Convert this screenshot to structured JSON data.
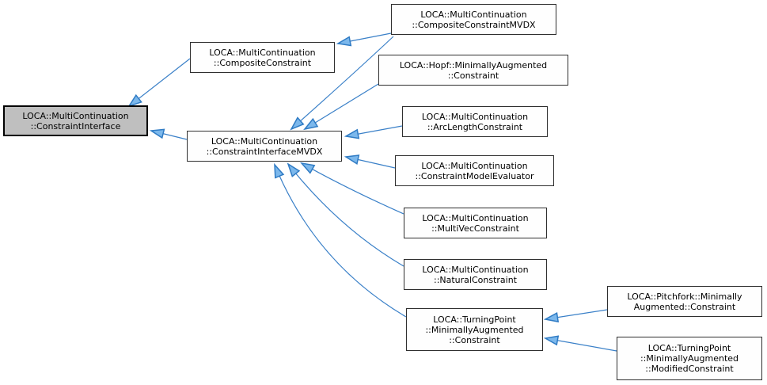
{
  "diagram": {
    "type": "class-inheritance-graph",
    "colors": {
      "background": "#ffffff",
      "edge_line": "#3a80c8",
      "arrowhead_fill": "#7cb8ec",
      "arrowhead_stroke": "#2f7bc4",
      "box_fill": "#fefefe",
      "box_border": "#2f2f2f",
      "highlight_fill": "#bfbfbf",
      "highlight_border": "#000000",
      "text": "#000000"
    },
    "nodes": [
      {
        "id": "constraint-interface",
        "highlighted": true,
        "lines": [
          "LOCA::MultiContinuation",
          "::ConstraintInterface"
        ]
      },
      {
        "id": "composite-constraint",
        "highlighted": false,
        "lines": [
          "LOCA::MultiContinuation",
          "::CompositeConstraint"
        ]
      },
      {
        "id": "composite-constraint-mvdx",
        "highlighted": false,
        "lines": [
          "LOCA::MultiContinuation",
          "::CompositeConstraintMVDX"
        ]
      },
      {
        "id": "hopf-minimally-augmented-constraint",
        "highlighted": false,
        "lines": [
          "LOCA::Hopf::MinimallyAugmented",
          "::Constraint"
        ]
      },
      {
        "id": "constraint-interface-mvdx",
        "highlighted": false,
        "lines": [
          "LOCA::MultiContinuation",
          "::ConstraintInterfaceMVDX"
        ]
      },
      {
        "id": "arc-length-constraint",
        "highlighted": false,
        "lines": [
          "LOCA::MultiContinuation",
          "::ArcLengthConstraint"
        ]
      },
      {
        "id": "constraint-model-evaluator",
        "highlighted": false,
        "lines": [
          "LOCA::MultiContinuation",
          "::ConstraintModelEvaluator"
        ]
      },
      {
        "id": "multi-vec-constraint",
        "highlighted": false,
        "lines": [
          "LOCA::MultiContinuation",
          "::MultiVecConstraint"
        ]
      },
      {
        "id": "natural-constraint",
        "highlighted": false,
        "lines": [
          "LOCA::MultiContinuation",
          "::NaturalConstraint"
        ]
      },
      {
        "id": "turning-point-minimally-augmented-constraint",
        "highlighted": false,
        "lines": [
          "LOCA::TurningPoint",
          "::MinimallyAugmented",
          "::Constraint"
        ]
      },
      {
        "id": "pitchfork-minimally-augmented-constraint",
        "highlighted": false,
        "lines": [
          "LOCA::Pitchfork::Minimally",
          "Augmented::Constraint"
        ]
      },
      {
        "id": "turning-point-modified-constraint",
        "highlighted": false,
        "lines": [
          "LOCA::TurningPoint",
          "::MinimallyAugmented",
          "::ModifiedConstraint"
        ]
      }
    ],
    "edges": [
      {
        "from": "composite-constraint",
        "to": "constraint-interface"
      },
      {
        "from": "constraint-interface-mvdx",
        "to": "constraint-interface"
      },
      {
        "from": "composite-constraint-mvdx",
        "to": "composite-constraint"
      },
      {
        "from": "composite-constraint-mvdx",
        "to": "constraint-interface-mvdx"
      },
      {
        "from": "hopf-minimally-augmented-constraint",
        "to": "constraint-interface-mvdx"
      },
      {
        "from": "arc-length-constraint",
        "to": "constraint-interface-mvdx"
      },
      {
        "from": "constraint-model-evaluator",
        "to": "constraint-interface-mvdx"
      },
      {
        "from": "multi-vec-constraint",
        "to": "constraint-interface-mvdx"
      },
      {
        "from": "natural-constraint",
        "to": "constraint-interface-mvdx"
      },
      {
        "from": "turning-point-minimally-augmented-constraint",
        "to": "constraint-interface-mvdx"
      },
      {
        "from": "pitchfork-minimally-augmented-constraint",
        "to": "turning-point-minimally-augmented-constraint"
      },
      {
        "from": "turning-point-modified-constraint",
        "to": "turning-point-minimally-augmented-constraint"
      }
    ]
  }
}
